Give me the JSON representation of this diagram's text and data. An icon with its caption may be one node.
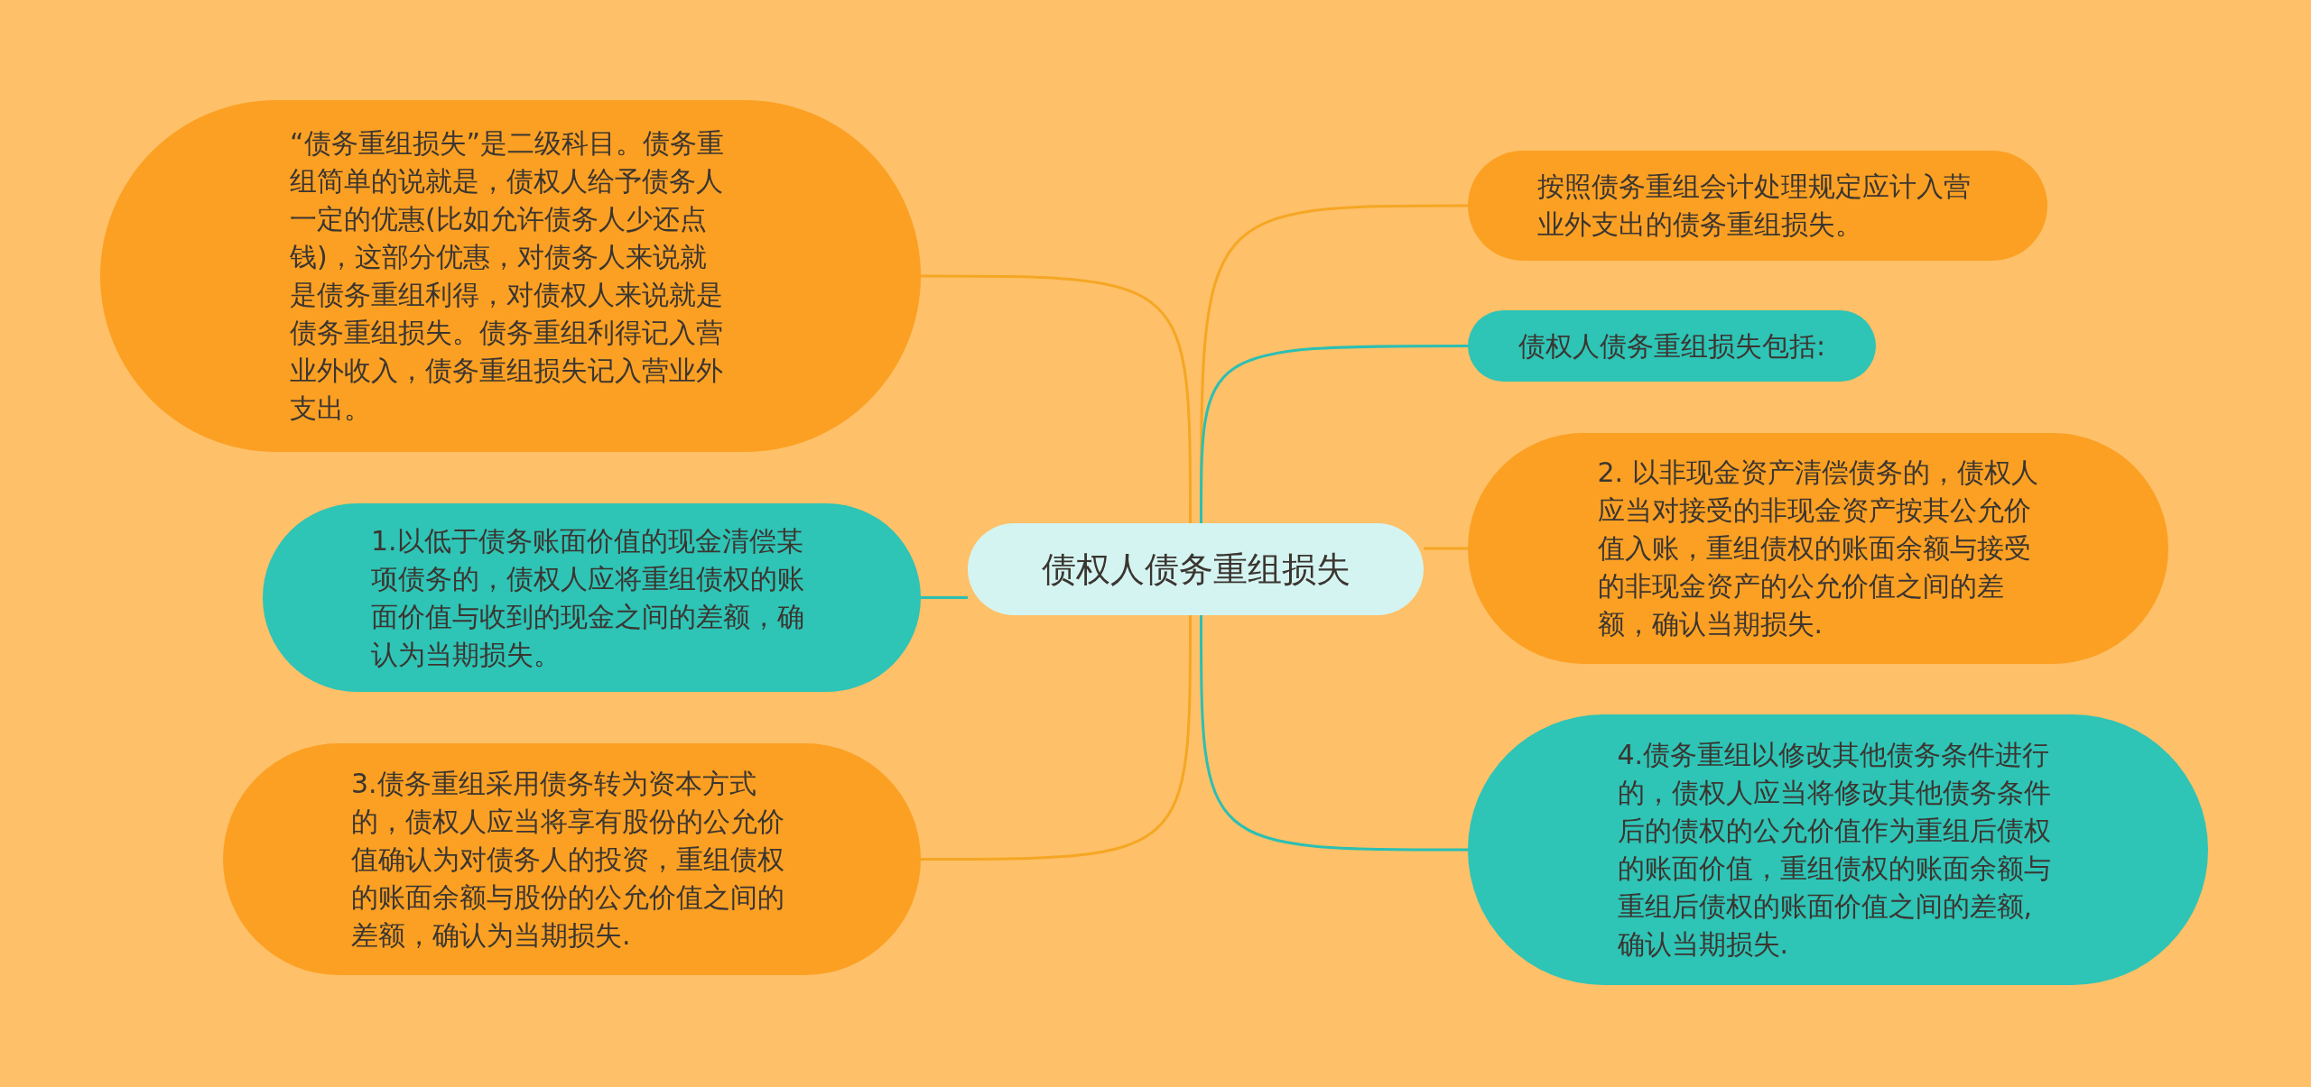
{
  "diagram": {
    "nodes": [
      {
        "text": [
          "债权人债务重组损失"
        ]
      },
      {
        "text": [
          "“债务重组损失”是二级科目。债务重组简单的说就是，债权人给予债务人一定的优惠(比如允许债务人少还点钱)，这部分优惠，对债务人来说就是债务重组利得，对债权人来说就是债务重组损失。债务重组利得记入营业外收入，债务重组损失记入营业外支出。"
        ]
      },
      {
        "text": [
          "1.以低于债务账面价值的现金清偿某项债务的，债权人应将重组债权的账面价值与收到的现金之间的差额，确认为当期损失。"
        ]
      },
      {
        "text": [
          "3.债务重组采用债务转为资本方式的，债权人应当将享有股份的公允价值确认为对债务人的投资，重组债权的账面余额与股份的公允价值之间的差额，确认为当期损失."
        ]
      },
      {
        "text": [
          "按照债务重组会计处理规定应计入营业外支出的债务重组损失。"
        ]
      },
      {
        "text": [
          "债权人债务重组损失包括:"
        ]
      },
      {
        "text": [
          "2. 以非现金资产清偿债务的，债权人应当对接受的非现金资产按其公允价值入账，重组债权的账面余额与接受的非现金资产的公允价值之间的差额，确认当期损失."
        ]
      },
      {
        "text": [
          "4.债务重组以修改其他债务条件进行的，债权人应当将修改其他债务条件后的债权的公允价值作为重组后债权的账面价值，重组债权的账面余额与重组后债权的账面价值之间的差额,确认当期损失."
        ]
      }
    ],
    "edges": [
      {
        "from": 0,
        "to": 1,
        "arrow": "none"
      },
      {
        "from": 0,
        "to": 2,
        "arrow": "none",
        "color": "#2bbfb3"
      },
      {
        "from": 0,
        "to": 3,
        "arrow": "none"
      },
      {
        "from": 0,
        "to": 4,
        "arrow": "none"
      },
      {
        "from": 0,
        "to": 5,
        "arrow": "none",
        "color": "#2bbfb3"
      },
      {
        "from": 0,
        "to": 6,
        "arrow": "none"
      },
      {
        "from": 0,
        "to": 7,
        "arrow": "none",
        "color": "#2bbfb3"
      }
    ]
  }
}
